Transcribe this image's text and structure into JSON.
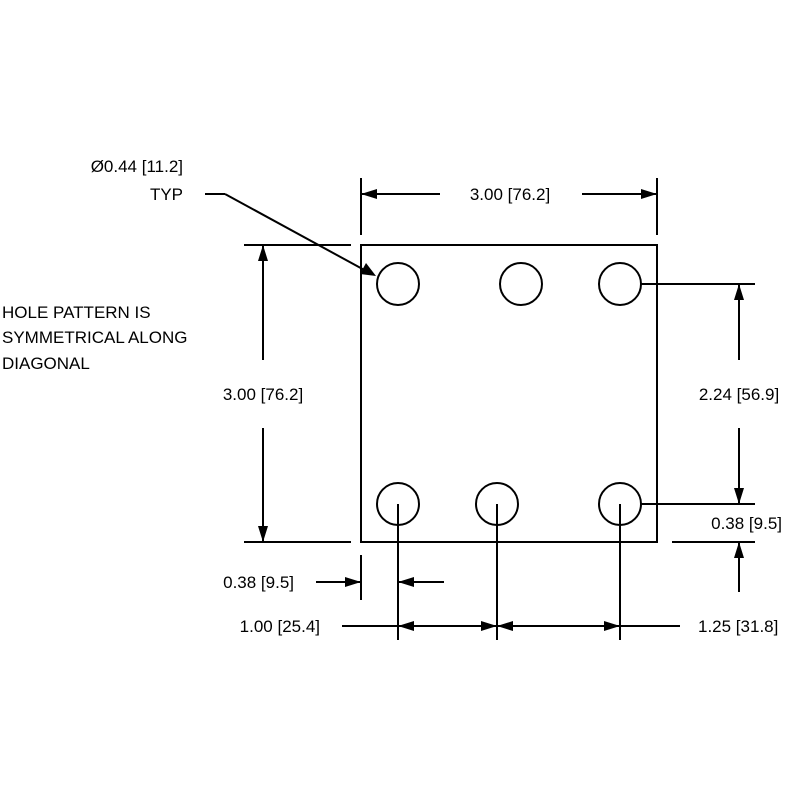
{
  "drawing": {
    "callout_diameter": "Ø0.44 [11.2]",
    "callout_typ": "TYP",
    "note_lines": [
      "HOLE PATTERN IS",
      "SYMMETRICAL ALONG",
      "DIAGONAL"
    ],
    "dim_width": "3.00 [76.2]",
    "dim_height": "3.00 [76.2]",
    "dim_hole_vertical_spacing": "2.24 [56.9]",
    "dim_edge_offset_right": "0.38 [9.5]",
    "dim_edge_offset_bottom": "0.38 [9.5]",
    "dim_hole_spacing_left": "1.00 [25.4]",
    "dim_hole_spacing_right": "1.25 [31.8]"
  }
}
